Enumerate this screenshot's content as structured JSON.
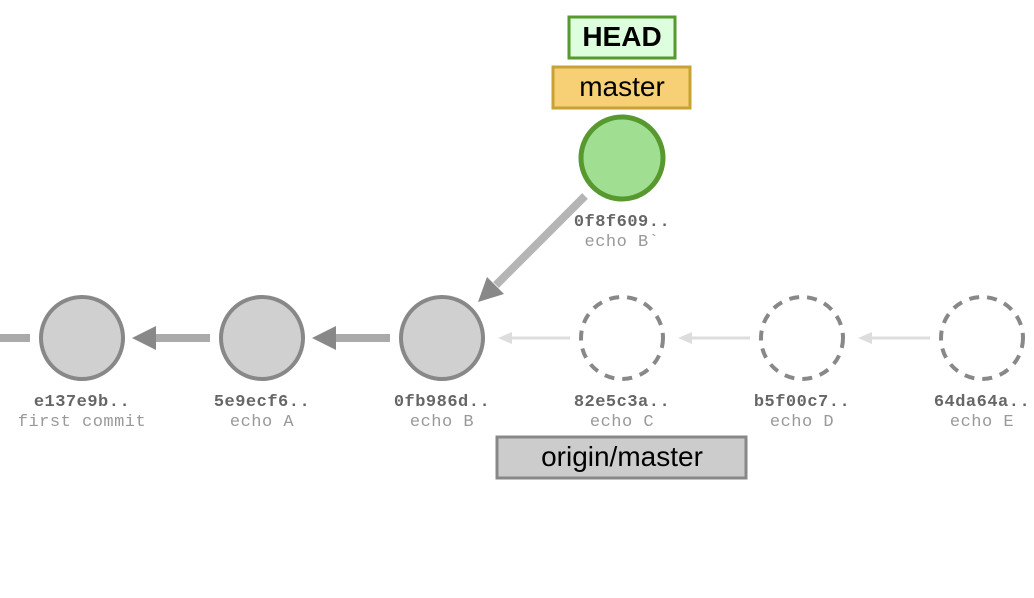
{
  "commits": [
    {
      "id": "e137e9b",
      "hash": "e137e9b..",
      "message": "first commit",
      "state": "normal"
    },
    {
      "id": "5e9ecf6",
      "hash": "5e9ecf6..",
      "message": "echo A",
      "state": "normal"
    },
    {
      "id": "0fb986d",
      "hash": "0fb986d..",
      "message": "echo B",
      "state": "normal"
    },
    {
      "id": "82e5c3a",
      "hash": "82e5c3a..",
      "message": "echo C",
      "state": "ghost"
    },
    {
      "id": "b5f00c7",
      "hash": "b5f00c7..",
      "message": "echo D",
      "state": "ghost"
    },
    {
      "id": "64da64a",
      "hash": "64da64a..",
      "message": "echo E",
      "state": "ghost"
    },
    {
      "id": "0f8f609",
      "hash": "0f8f609..",
      "message": "echo B`",
      "state": "head"
    }
  ],
  "refs": {
    "head": {
      "label": "HEAD"
    },
    "master": {
      "label": "master"
    },
    "origin_master": {
      "label": "origin/master"
    }
  },
  "colors": {
    "node_fill": "#d0d0d0",
    "node_stroke": "#888888",
    "ghost_stroke": "#888888",
    "head_fill": "#a0de92",
    "head_stroke": "#57992f",
    "edge": "#aaaaaa",
    "edge_arrow": "#888888",
    "ghost_edge": "#dddddd",
    "head_edge": "#b5b5b5",
    "head_label_bg": "#ddffdd",
    "head_label_border": "#57992f",
    "master_bg": "#f7d075",
    "master_border": "#c8a234",
    "origin_bg": "#cccccc",
    "origin_border": "#888888"
  }
}
